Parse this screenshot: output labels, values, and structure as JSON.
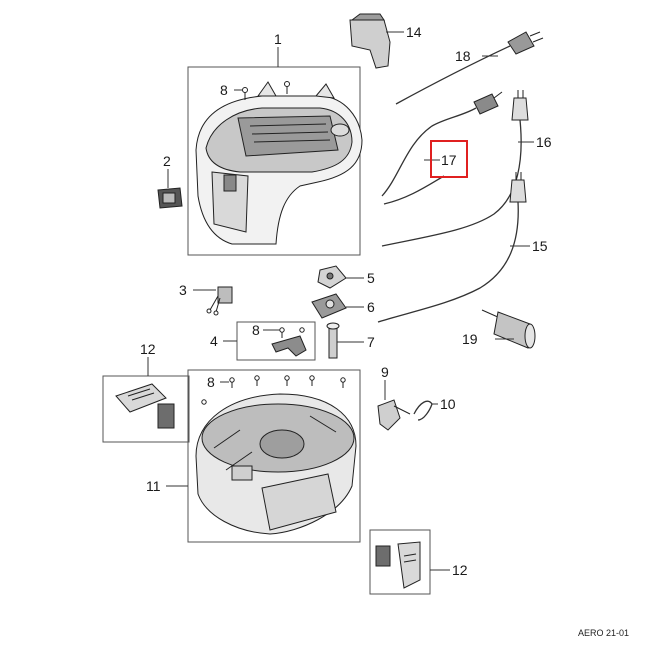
{
  "diagram": {
    "callouts": {
      "c1": "1",
      "c2": "2",
      "c3": "3",
      "c4": "4",
      "c5": "5",
      "c6": "6",
      "c7": "7",
      "c8a": "8",
      "c8b": "8",
      "c8c": "8",
      "c9": "9",
      "c10": "10",
      "c11": "11",
      "c12a": "12",
      "c12b": "12",
      "c14": "14",
      "c15": "15",
      "c16": "16",
      "c17": "17",
      "c18": "18",
      "c19": "19"
    },
    "highlighted_callout": "17",
    "highlight_color": "#e02020",
    "reference_code": "AERO 21-01"
  }
}
